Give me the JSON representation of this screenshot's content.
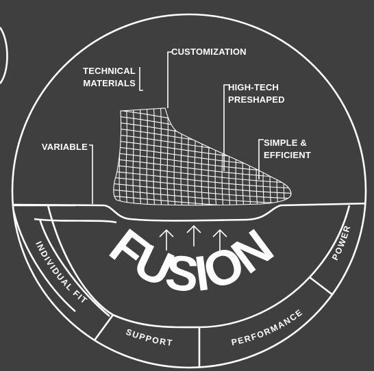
{
  "colors": {
    "background": "#3f3f3f",
    "foreground": "#ffffff"
  },
  "icons": {
    "foot": "foot-wireframe-icon",
    "arrow": "arrow-up-icon"
  },
  "feature_labels": {
    "customization": "CUSTOMIZATION",
    "technical_materials": [
      "TECHNICAL",
      "MATERIALS"
    ],
    "high_tech_preshaped": [
      "HIGH-TECH",
      "PRESHAPED"
    ],
    "variable": "VARIABLE",
    "simple_efficient": [
      "SIMPLE &",
      "EFFICIENT"
    ]
  },
  "brand": {
    "name": "FUSION"
  },
  "segments": {
    "individual_fit": "INDIVIDUAL FIT",
    "support": "SUPPORT",
    "performance": "PERFORMANCE",
    "power": "POWER"
  }
}
